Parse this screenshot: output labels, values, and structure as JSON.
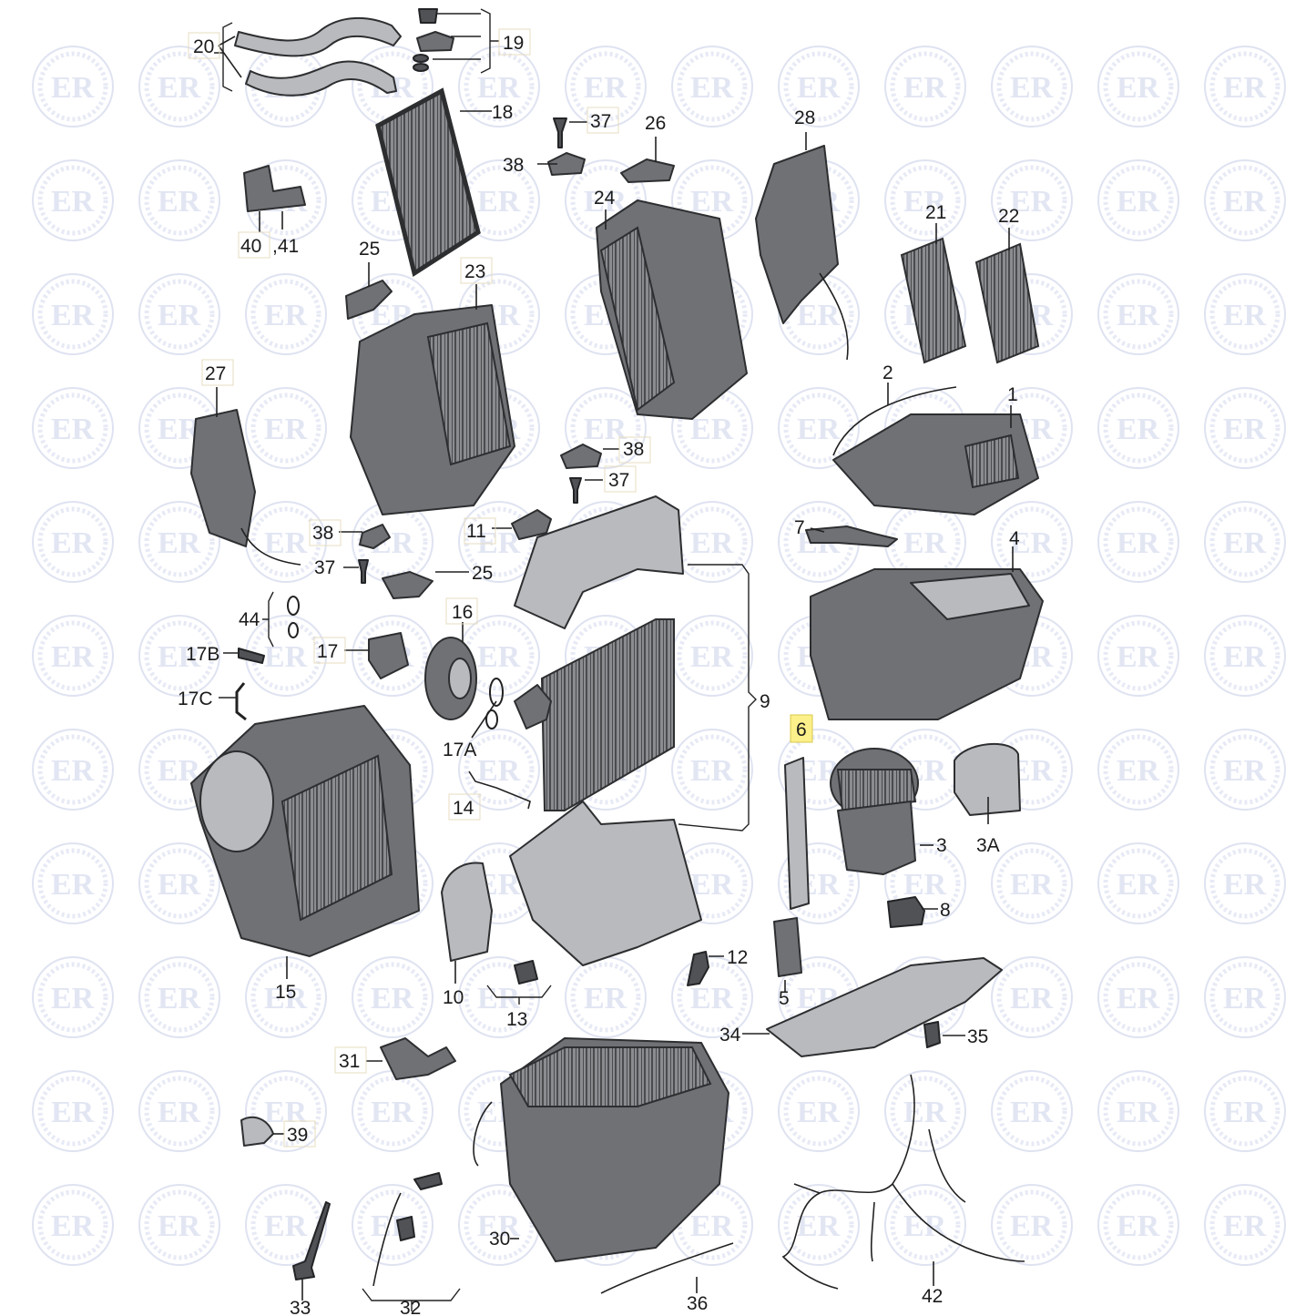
{
  "callouts": [
    {
      "id": "c20",
      "text": "20"
    },
    {
      "id": "c19",
      "text": "19"
    },
    {
      "id": "c18",
      "text": "18"
    },
    {
      "id": "c37a",
      "text": "37"
    },
    {
      "id": "c38a",
      "text": "38"
    },
    {
      "id": "c26",
      "text": "26"
    },
    {
      "id": "c28",
      "text": "28"
    },
    {
      "id": "c40",
      "text": "40"
    },
    {
      "id": "c41",
      "text": ",41"
    },
    {
      "id": "c25a",
      "text": "25"
    },
    {
      "id": "c23",
      "text": "23"
    },
    {
      "id": "c24",
      "text": "24"
    },
    {
      "id": "c21",
      "text": "21"
    },
    {
      "id": "c22",
      "text": "22"
    },
    {
      "id": "c27",
      "text": "27"
    },
    {
      "id": "c2",
      "text": "2"
    },
    {
      "id": "c1",
      "text": "1"
    },
    {
      "id": "c38b",
      "text": "38"
    },
    {
      "id": "c37b",
      "text": "37"
    },
    {
      "id": "c38c",
      "text": "38"
    },
    {
      "id": "c11",
      "text": "11"
    },
    {
      "id": "c7",
      "text": "7"
    },
    {
      "id": "c4",
      "text": "4"
    },
    {
      "id": "c37c",
      "text": "37"
    },
    {
      "id": "c25b",
      "text": "25"
    },
    {
      "id": "c44",
      "text": "44"
    },
    {
      "id": "c16",
      "text": "16"
    },
    {
      "id": "c17B",
      "text": "17B"
    },
    {
      "id": "c17",
      "text": "17"
    },
    {
      "id": "c17C",
      "text": "17C"
    },
    {
      "id": "c9",
      "text": "9"
    },
    {
      "id": "c6",
      "text": "6",
      "highlight": true
    },
    {
      "id": "c17A",
      "text": "17A"
    },
    {
      "id": "c14",
      "text": "14"
    },
    {
      "id": "c3",
      "text": "3"
    },
    {
      "id": "c3A",
      "text": "3A"
    },
    {
      "id": "c8",
      "text": "8"
    },
    {
      "id": "c12",
      "text": "12"
    },
    {
      "id": "c15",
      "text": "15"
    },
    {
      "id": "c10",
      "text": "10"
    },
    {
      "id": "c13",
      "text": "13"
    },
    {
      "id": "c5",
      "text": "5"
    },
    {
      "id": "c34",
      "text": "34"
    },
    {
      "id": "c35",
      "text": "35"
    },
    {
      "id": "c31",
      "text": "31"
    },
    {
      "id": "c39",
      "text": "39"
    },
    {
      "id": "c30",
      "text": "30"
    },
    {
      "id": "c33",
      "text": "33"
    },
    {
      "id": "c32",
      "text": "32"
    },
    {
      "id": "c36",
      "text": "36"
    },
    {
      "id": "c42",
      "text": "42"
    }
  ],
  "watermark": {
    "text": "ER"
  },
  "colors": {
    "part": "#6f7175",
    "highlight": "#fbf08a",
    "watermark": "#dfe3f1"
  }
}
